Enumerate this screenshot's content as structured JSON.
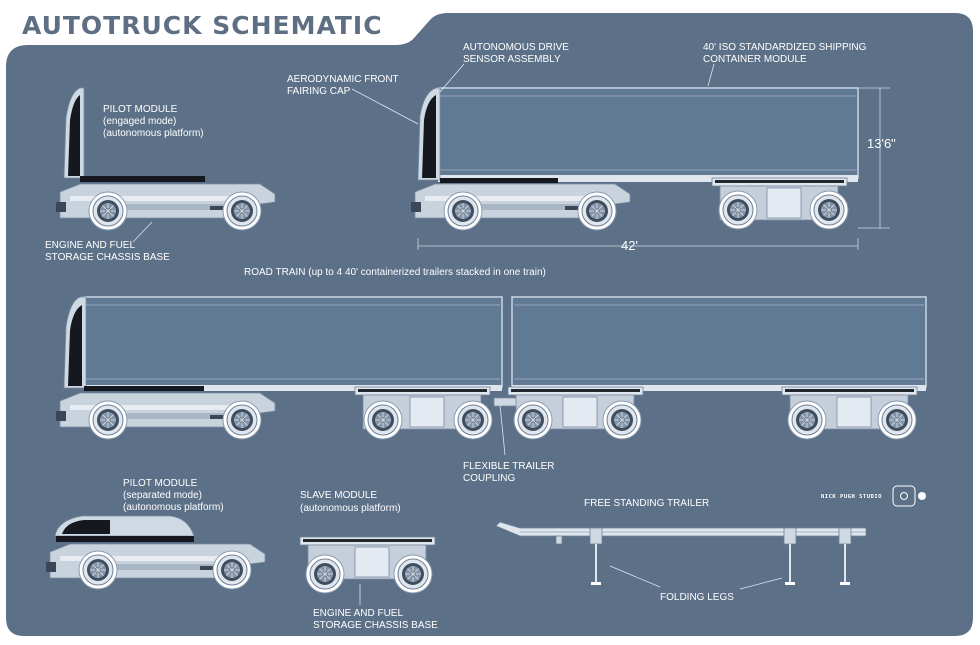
{
  "title": "AUTOTRUCK SCHEMATIC",
  "studio": "NICK PUGH STUDIO",
  "labels": {
    "pilot_engaged": [
      "PILOT MODULE",
      "(engaged mode)",
      "(autonomous platform)"
    ],
    "engine_base_top": [
      "ENGINE AND FUEL",
      "STORAGE CHASSIS BASE"
    ],
    "aero_cap": [
      "AERODYNAMIC FRONT",
      "FAIRING CAP"
    ],
    "sensor": [
      "AUTONOMOUS DRIVE",
      "SENSOR ASSEMBLY"
    ],
    "container": [
      "40' ISO STANDARDIZED SHIPPING",
      "CONTAINER MODULE"
    ],
    "road_train": "ROAD TRAIN (up to 4 40' containerized trailers stacked in one train)",
    "coupling": [
      "FLEXIBLE TRAILER",
      "COUPLING"
    ],
    "pilot_separated": [
      "PILOT MODULE",
      "(separated mode)",
      "(autonomous platform)"
    ],
    "slave": [
      "SLAVE MODULE",
      "(autonomous platform)"
    ],
    "engine_base_bottom": [
      "ENGINE AND FUEL",
      "STORAGE CHASSIS BASE"
    ],
    "free_trailer": "FREE STANDING TRAILER",
    "folding_legs": "FOLDING LEGS"
  },
  "dimensions": {
    "height": "13'6\"",
    "length": "42'"
  },
  "colors": {
    "background": "#5c7088",
    "frame": "#ffffff",
    "title": "#5f6f83",
    "container_fill": "#617a94",
    "container_edge": "#c9d5e2",
    "chassis": "#cfd9e4",
    "tire": "#ffffff",
    "hub": "#7e8fa3",
    "fairing_dark": "#15191f"
  },
  "icons": [
    "pilot-module-icon",
    "container-icon",
    "chassis-icon",
    "wheel-icon",
    "trailer-frame-icon",
    "studio-logo-icon"
  ]
}
